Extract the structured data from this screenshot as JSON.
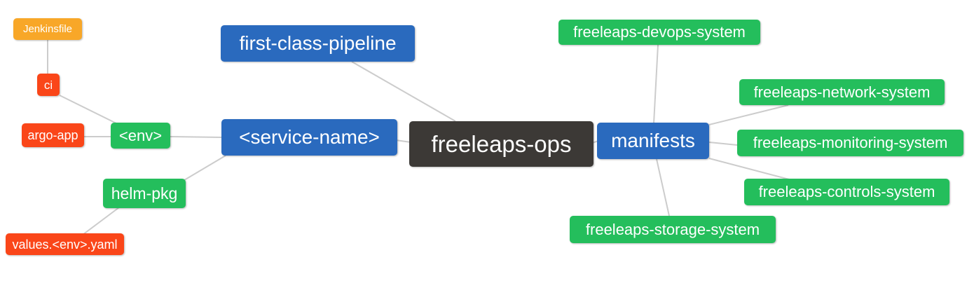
{
  "canvas": {
    "background": "#ffffff",
    "edge_color": "#cccccc"
  },
  "palette": {
    "blue": "#2a6abe",
    "green": "#24be5c",
    "red": "#fa4619",
    "orange": "#f8a728",
    "dark": "#3c3936",
    "label_text": "#ffffff"
  },
  "nodes": {
    "jenkinsfile": {
      "label": "Jenkinsfile",
      "color": "orange"
    },
    "ci": {
      "label": "ci",
      "color": "red"
    },
    "argo_app": {
      "label": "argo-app",
      "color": "red"
    },
    "env": {
      "label": "<env>",
      "color": "green"
    },
    "first_class_pipeline": {
      "label": "first-class-pipeline",
      "color": "blue"
    },
    "service_name": {
      "label": "<service-name>",
      "color": "blue"
    },
    "freeleaps_ops": {
      "label": "freeleaps-ops",
      "color": "dark"
    },
    "manifests": {
      "label": "manifests",
      "color": "blue"
    },
    "devops_system": {
      "label": "freeleaps-devops-system",
      "color": "green"
    },
    "network_system": {
      "label": "freeleaps-network-system",
      "color": "green"
    },
    "monitoring_system": {
      "label": "freeleaps-monitoring-system",
      "color": "green"
    },
    "controls_system": {
      "label": "freeleaps-controls-system",
      "color": "green"
    },
    "storage_system": {
      "label": "freeleaps-storage-system",
      "color": "green"
    },
    "helm_pkg": {
      "label": "helm-pkg",
      "color": "green"
    },
    "values_env_yaml": {
      "label": "values.<env>.yaml",
      "color": "red"
    }
  },
  "edges": [
    {
      "from": "jenkinsfile",
      "to": "ci"
    },
    {
      "from": "ci",
      "to": "env"
    },
    {
      "from": "argo_app",
      "to": "env"
    },
    {
      "from": "env",
      "to": "service_name"
    },
    {
      "from": "service_name",
      "to": "helm_pkg"
    },
    {
      "from": "helm_pkg",
      "to": "values_env_yaml"
    },
    {
      "from": "service_name",
      "to": "freeleaps_ops"
    },
    {
      "from": "first_class_pipeline",
      "to": "freeleaps_ops"
    },
    {
      "from": "freeleaps_ops",
      "to": "manifests"
    },
    {
      "from": "manifests",
      "to": "devops_system"
    },
    {
      "from": "manifests",
      "to": "network_system"
    },
    {
      "from": "manifests",
      "to": "monitoring_system"
    },
    {
      "from": "manifests",
      "to": "controls_system"
    },
    {
      "from": "manifests",
      "to": "storage_system"
    }
  ]
}
